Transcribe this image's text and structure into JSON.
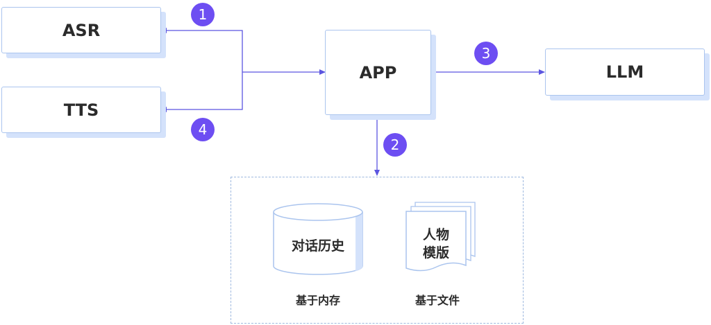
{
  "nodes": {
    "asr": "ASR",
    "tts": "TTS",
    "app": "APP",
    "llm": "LLM"
  },
  "steps": [
    "1",
    "2",
    "3",
    "4"
  ],
  "storage": {
    "history_label": "对话历史",
    "history_caption": "基于内存",
    "template_label_line1": "人物",
    "template_label_line2": "模版",
    "template_caption": "基于文件"
  },
  "colors": {
    "arrow": "#5b55e0",
    "badge": "#6d4ef2",
    "box_border": "#aac4ee",
    "box_shadow": "#d4e2fb"
  }
}
